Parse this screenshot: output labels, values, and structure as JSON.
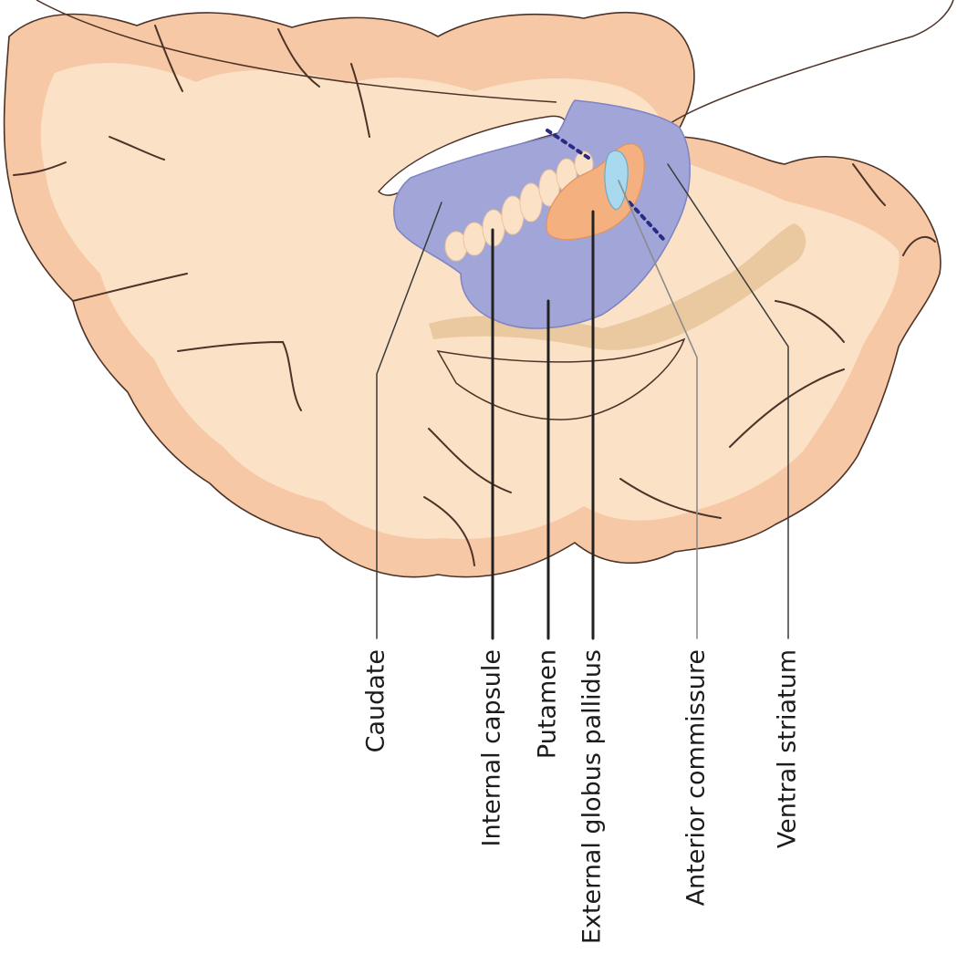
{
  "labels": {
    "caudate": "Caudate",
    "internal_capsule": "Internal capsule",
    "putamen": "Putamen",
    "external_globus_pallidus": "External globus pallidus",
    "anterior_commissure": "Anterior commissure",
    "ventral_striatum": "Ventral striatum"
  },
  "colors": {
    "cortex_outer": "#f6c8a6",
    "white_matter": "#fbe2c6",
    "outline": "#4d3327",
    "striatum": "#a2a5d8",
    "striatum_edge": "#7e83c2",
    "globus_pallidus": "#f4b07e",
    "anterior_commissure": "#a9d9ee",
    "capsule_bridges": "#fbe2c6",
    "dotted_line": "#2a2a86",
    "deep_band": "#e6c49a"
  }
}
